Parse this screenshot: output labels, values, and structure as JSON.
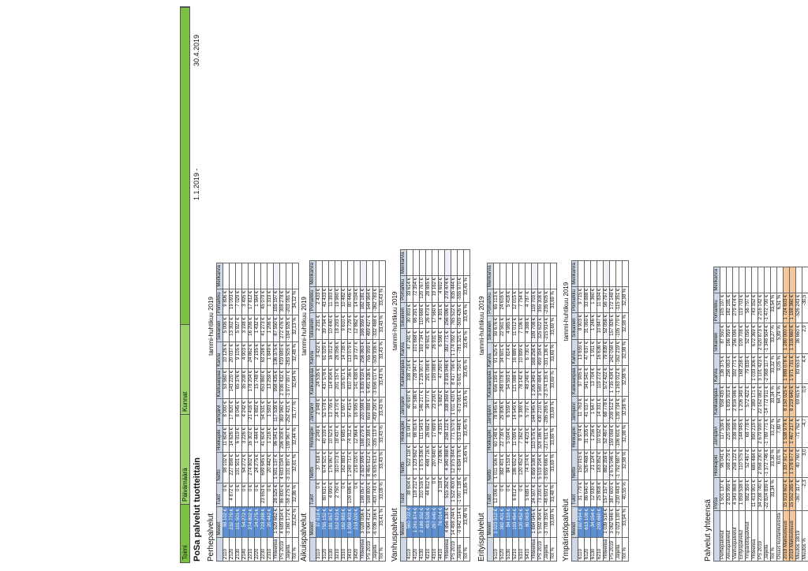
{
  "header": {
    "tab1": "Toimi",
    "tab2": "Päivämäärä",
    "tab3": "Kunnat",
    "tab4": ""
  },
  "title": "PoSa palvelut tuotteittain",
  "period_start": "1.1.2019 -",
  "period_end": "30.4.2019",
  "columns": [
    "Menot",
    "Tulot",
    "Netto",
    "Honkajoki",
    "Jämijärvi",
    "Kankaanpää",
    "Karvia",
    "Siikainen",
    "Pomarkku",
    "Merikarvia"
  ],
  "sections": [
    {
      "title": "Perhepalvelut",
      "subtitle": "tammi-huhtikuu 2019",
      "rows": [
        [
          "2110",
          "98 102 €",
          "0 €",
          "98 102 €",
          "11 604 €",
          "8 000 €",
          "53 560 €",
          "10 126 €",
          "5 006 €",
          "9 806 €",
          ""
        ],
        [
          "2120",
          "232 770 €",
          "4 872 €",
          "227 898 €",
          "14 626 €",
          "17 820 €",
          "143 220 €",
          "20 037 €",
          "13 302 €",
          "19 093 €",
          ""
        ],
        [
          "2130",
          "101 501 €",
          "0 €",
          "101 501 €",
          "6 019 €",
          "8 045 €",
          "65 376 €",
          "9 105 €",
          "5 927 €",
          "7 029 €",
          ""
        ],
        [
          "2140",
          "54 272 €",
          "0 €",
          "54 272 €",
          "3 226 €",
          "4 242 €",
          "35 208 €",
          "4 903 €",
          "3 198 €",
          "3 495 €",
          ""
        ],
        [
          "2210",
          "274 802 €",
          "0 €",
          "274 802 €",
          "16 302 €",
          "21 416 €",
          "178 204 €",
          "24 862 €",
          "16 206 €",
          "17 812 €",
          ""
        ],
        [
          "2220",
          "24 275 €",
          "0 €",
          "24 275 €",
          "1 444 €",
          "1 892 €",
          "15 748 €",
          "2 195 €",
          "1 432 €",
          "1 564 €",
          ""
        ],
        [
          "2230",
          "723 298 €",
          "23 653 €",
          "699 645 €",
          "41 604 €",
          "54 531 €",
          "453 860 €",
          "63 298 €",
          "41 273 €",
          "45 079 €",
          ""
        ],
        [
          "2310",
          "20 442 €",
          "0 €",
          "20 442 €",
          "1 216 €",
          "1 593 €",
          "13 259 €",
          "1 849 €",
          "1 206 €",
          "1 319 €",
          ""
        ]
      ],
      "total_label": "Yhteensä",
      "total": [
        "1 529 662 €",
        "28 525 €",
        "1 501 137 €",
        "96 041 €",
        "117 539 €",
        "958 435 €",
        "136 375 €",
        "87 550 €",
        "105 197 €",
        ""
      ],
      "extra": [
        [
          "PS 2019",
          "4 689 834 €",
          "86 800 €",
          "4 603 034 €",
          "296 008 €",
          "369 960 €",
          "2 936 432 €",
          "419 880 €",
          "272 476 €",
          "308 278 €",
          ""
        ],
        [
          "Jäljellä",
          "-3 160 172 €",
          "-58 275 €",
          "-3 101 897 €",
          "-199 967 €",
          "-252 421 €",
          "-1 977 997 €",
          "-283 505 €",
          "-184 926 €",
          "-203 081 €",
          ""
        ],
        [
          "Tot %",
          "32,62 %",
          "32,86 %",
          "32,61 %",
          "32,44 %",
          "31,77 %",
          "32,64 %",
          "32,48 %",
          "32,13 %",
          "34,12 %",
          ""
        ]
      ]
    },
    {
      "title": "Aikuispalvelut",
      "subtitle": "tammi-huhtikuu 2019",
      "rows": [
        [
          "3110",
          "37 818 €",
          "0 €",
          "37 818 €",
          "2 249 €",
          "2 948 €",
          "24 535 €",
          "3 422 €",
          "2 231 €",
          "2 433 €",
          ""
        ],
        [
          "3120",
          "755 152 €",
          "80 631 €",
          "674 521 €",
          "40 109 €",
          "52 578 €",
          "437 578 €",
          "61 029 €",
          "39 794 €",
          "43 433 €",
          ""
        ],
        [
          "3130",
          "181 957 €",
          "4 990 €",
          "176 967 €",
          "10 523 €",
          "13 795 €",
          "114 804 €",
          "16 012 €",
          "10 440 €",
          "11 393 €",
          ""
        ],
        [
          "3210",
          "312 823 €",
          "2 750 €",
          "310 073 €",
          "18 437 €",
          "24 170 €",
          "201 157 €",
          "28 056 €",
          "18 293 €",
          "19 960 €",
          ""
        ],
        [
          "3310",
          "162 883 €",
          "0 €",
          "162 883 €",
          "9 685 €",
          "12 697 €",
          "105 671 €",
          "14 738 €",
          "9 610 €",
          "10 482 €",
          ""
        ],
        [
          "3410",
          "1 359 403 €",
          "109 686 €",
          "1 249 717 €",
          "74 312 €",
          "97 415 €",
          "810 736 €",
          "113 079 €",
          "73 729 €",
          "80 446 €",
          ""
        ],
        [
          "3420",
          "218 020 €",
          "0 €",
          "218 020 €",
          "12 964 €",
          "16 995 €",
          "141 438 €",
          "19 727 €",
          "12 862 €",
          "14 034 €",
          ""
        ]
      ],
      "total_label": "Yhteensä",
      "total": [
        "3 028 056 €",
        "198 057 €",
        "2 829 999 €",
        "168 279 €",
        "220 598 €",
        "1 835 919 €",
        "256 063 €",
        "166 959 €",
        "182 181 €",
        ""
      ],
      "extra": [
        [
          "PS 2019",
          "9 064 412 €",
          "598 800 €",
          "8 465 612 €",
          "503 398 €",
          "659 888 €",
          "5 491 936 €",
          "765 999 €",
          "499 427 €",
          "544 964 €",
          ""
        ],
        [
          "Jäljellä",
          "-6 036 356 €",
          "-400 743 €",
          "-5 635 613 €",
          "-335 119 €",
          "-439 290 €",
          "-3 656 017 €",
          "-509 936 €",
          "-332 468 €",
          "-362 783 €",
          ""
        ],
        [
          "Tot %",
          "33,41 %",
          "33,08 %",
          "33,43 %",
          "33,43 %",
          "33,43 %",
          "33,43 %",
          "33,43 %",
          "33,43 %",
          "33,43 %",
          ""
        ]
      ]
    },
    {
      "title": "Vanhuspalvelut",
      "subtitle": "tammi-huhtikuu 2019",
      "rows": [
        [
          "4110",
          "560 722 €",
          "38 604 €",
          "522 118 €",
          "31 047 €",
          "40 697 €",
          "338 716 €",
          "47 241 €",
          "30 803 €",
          "33 614 €",
          ""
        ],
        [
          "4120",
          "1 241 874 €",
          "118 212 €",
          "1 123 662 €",
          "66 816 €",
          "87 586 €",
          "728 947 €",
          "101 668 €",
          "66 291 €",
          "72 354 €",
          ""
        ],
        [
          "4130",
          "2 186 352 €",
          "310 516 €",
          "1 875 836 €",
          "111 543 €",
          "146 217 €",
          "1 216 907 €",
          "169 734 €",
          "110 668 €",
          "120 767 €",
          ""
        ],
        [
          "4210",
          "493 528 €",
          "44 812 €",
          "448 716 €",
          "26 682 €",
          "34 977 €",
          "291 098 €",
          "40 601 €",
          "26 473 €",
          "28 885 €",
          ""
        ],
        [
          "4310",
          "297 640 €",
          "0 €",
          "297 640 €",
          "17 699 €",
          "23 200 €",
          "193 088 €",
          "26 931 €",
          "17 560 €",
          "19 162 €",
          ""
        ],
        [
          "4410",
          "76 014 €",
          "3 118 €",
          "72 896 €",
          "4 335 €",
          "5 682 €",
          "47 290 €",
          "6 596 €",
          "4 301 €",
          "4 692 €",
          ""
        ]
      ],
      "total_label": "Yhteensä",
      "total": [
        "4 856 130 €",
        "515 262 €",
        "4 340 868 €",
        "258 122 €",
        "338 359 €",
        "2 816 046 €",
        "392 771 €",
        "256 096 €",
        "279 474 €",
        ""
      ],
      "extra": [
        [
          "PS 2019",
          "14 498 244 €",
          "1 522 400 €",
          "12 975 844 €",
          "771 570 €",
          "1 011 420 €",
          "8 417 796 €",
          "1 174 092 €",
          "765 522 €",
          "835 444 €",
          ""
        ],
        [
          "Jäljellä",
          "-9 642 114 €",
          "-1 007 138 €",
          "-8 634 976 €",
          "-513 448 €",
          "-673 061 €",
          "-5 601 750 €",
          "-781 321 €",
          "-509 426 €",
          "-555 970 €",
          ""
        ],
        [
          "Tot %",
          "33,49 %",
          "33,85 %",
          "33,45 %",
          "33,45 %",
          "33,45 %",
          "33,45 %",
          "33,45 %",
          "33,45 %",
          "33,45 %",
          ""
        ]
      ]
    },
    {
      "title": "Erityispalvelut",
      "subtitle": "tammi-huhtikuu 2019",
      "rows": [
        [
          "5110",
          "1 023 512 €",
          "12 006 €",
          "1 011 506 €",
          "60 148 €",
          "78 845 €",
          "656 199 €",
          "91 525 €",
          "59 676 €",
          "65 113 €",
          ""
        ],
        [
          "5120",
          "382 401 €",
          "0 €",
          "382 401 €",
          "22 739 €",
          "29 806 €",
          "248 078 €",
          "34 601 €",
          "22 561 €",
          "24 616 €",
          ""
        ],
        [
          "5130",
          "84 153 €",
          "0 €",
          "84 153 €",
          "5 004 €",
          "6 559 €",
          "54 593 €",
          "7 614 €",
          "4 965 €",
          "5 418 €",
          ""
        ],
        [
          "5210",
          "193 464 €",
          "6 812 €",
          "186 652 €",
          "11 099 €",
          "14 549 €",
          "121 088 €",
          "16 889 €",
          "11 012 €",
          "12 015 €",
          ""
        ],
        [
          "5310",
          "120 452 €",
          "0 €",
          "120 452 €",
          "7 162 €",
          "9 389 €",
          "78 142 €",
          "10 899 €",
          "7 106 €",
          "7 754 €",
          ""
        ],
        [
          "5410",
          "80 063 €",
          "5 689 €",
          "74 374 €",
          "4 423 €",
          "5 797 €",
          "48 249 €",
          "6 730 €",
          "4 388 €",
          "4 787 €",
          ""
        ]
      ],
      "total_label": "Yhteensä",
      "total": [
        "1 884 045 €",
        "24 507 €",
        "1 859 538 €",
        "110 575 €",
        "144 945 €",
        "1 206 349 €",
        "168 258 €",
        "109 708 €",
        "119 703 €",
        ""
      ],
      "extra": [
        [
          "PS 2019",
          "5 592 404 €",
          "73 200 €",
          "5 519 204 €",
          "328 186 €",
          "430 210 €",
          "3 580 484 €",
          "499 394 €",
          "325 622 €",
          "355 308 €",
          ""
        ],
        [
          "Jäljellä",
          "-3 708 359 €",
          "-48 693 €",
          "-3 659 666 €",
          "-217 611 €",
          "-285 265 €",
          "-2 374 135 €",
          "-331 136 €",
          "-215 914 €",
          "-235 605 €",
          ""
        ],
        [
          "Tot %",
          "33,69 %",
          "33,48 %",
          "33,69 %",
          "33,69 %",
          "33,69 %",
          "33,69 %",
          "33,69 %",
          "33,69 %",
          "33,69 %",
          ""
        ]
      ]
    },
    {
      "title": "Ympäristöpalvelut",
      "subtitle": "tammi-huhtikuu 2019",
      "rows": [
        [
          "6110",
          "182 694 €",
          "31 779 €",
          "150 915 €",
          "8 974 €",
          "11 763 €",
          "97 905 €",
          "13 655 €",
          "8 903 €",
          "9 715 €",
          ""
        ],
        [
          "6120",
          "613 108 €",
          "86 640 €",
          "526 468 €",
          "31 305 €",
          "41 037 €",
          "341 541 €",
          "47 637 €",
          "31 060 €",
          "33 888 €",
          ""
        ],
        [
          "6130",
          "34 054 €",
          "12 930 €",
          "21 124 €",
          "1 256 €",
          "1 647 €",
          "13 704 €",
          "1 911 €",
          "1 246 €",
          "1 360 €",
          ""
        ],
        [
          "6210",
          "209 660 €",
          "25 808 €",
          "183 852 €",
          "10 932 €",
          "14 331 €",
          "119 272 €",
          "16 636 €",
          "10 847 €",
          "11 834 €",
          ""
        ]
      ],
      "total_label": "Yhteensä",
      "total": [
        "1 039 516 €",
        "157 157 €",
        "882 359 €",
        "52 467 €",
        "68 778 €",
        "572 422 €",
        "79 839 €",
        "52 056 €",
        "56 797 €",
        ""
      ],
      "extra": [
        [
          "PS 2019",
          "3 062 646 €",
          "387 600 €",
          "2 675 046 €",
          "159 068 €",
          "208 512 €",
          "1 735 434 €",
          "242 058 €",
          "157 826 €",
          "172 148 €",
          ""
        ],
        [
          "Jäljellä",
          "-2 023 130 €",
          "-230 443 €",
          "-1 792 687 €",
          "-106 601 €",
          "-139 734 €",
          "-1 163 012 €",
          "-162 219 €",
          "-105 770 €",
          "-115 351 €",
          ""
        ],
        [
          "Tot %",
          "33,94 %",
          "40,55 %",
          "32,98 %",
          "32,98 %",
          "32,98 %",
          "32,98 %",
          "32,98 %",
          "32,98 %",
          "32,98 %",
          ""
        ]
      ]
    }
  ],
  "summary": {
    "title": "Palvelut yhteensä",
    "columns": [
      "PoSa",
      "Honkajoki",
      "Jämijärvi",
      "Kankaanpää",
      "Karvia",
      "Siikainen",
      "Pomarkku",
      "Merikarvia"
    ],
    "rows": [
      [
        "Perhepalvelut",
        "1 501 137 €",
        "96 041 €",
        "117 539 €",
        "958 435 €",
        "136 375 €",
        "87 550 €",
        "105 197 €",
        ""
      ],
      [
        "Aikuispalvelut",
        "2 829 999 €",
        "168 279 €",
        "220 598 €",
        "1 835 919 €",
        "256 063 €",
        "166 959 €",
        "182 181 €",
        ""
      ],
      [
        "Vanhuspalvelut",
        "4 340 868 €",
        "258 122 €",
        "338 359 €",
        "2 816 046 €",
        "392 771 €",
        "256 096 €",
        "279 474 €",
        ""
      ],
      [
        "Erityispalvelut",
        "1 859 538 €",
        "110 575 €",
        "144 945 €",
        "1 206 349 €",
        "168 258 €",
        "109 708 €",
        "119 703 €",
        ""
      ],
      [
        "Ympäristöpalvelut",
        "882 359 €",
        "52 467 €",
        "68 778 €",
        "572 422 €",
        "79 839 €",
        "52 056 €",
        "56 797 €",
        ""
      ],
      [
        "Yhteensä",
        "11 413 901 €",
        "685 484 €",
        "890 219 €",
        "7 389 171 €",
        "1 033 306 €",
        "672 369 €",
        "743 352 €",
        ""
      ],
      [
        "PS 2019",
        "34 238 740 €",
        "2 058 230 €",
        "2 679 990 €",
        "22 162 082 €",
        "3 101 423 €",
        "2 020 873 €",
        "2 216 142 €",
        ""
      ],
      [
        "Jäljellä",
        "-22 824 839 €",
        "-1 372 746 €",
        "-1 789 771 €",
        "-14 772 911 €",
        "-2 068 117 €",
        "-1 348 504 €",
        "-1 472 790 €",
        ""
      ],
      [
        "Tot %",
        "33,34 %",
        "33,30 %",
        "33,22 %",
        "33,34 %",
        "33,32 %",
        "33,27 %",
        "33,54 %",
        ""
      ]
    ],
    "extra_rows": [
      [
        "Osuus kustannuksista",
        "",
        "6,01 %",
        "7,80 %",
        "64,74 %",
        "9,05 %",
        "5,89 %",
        "6,51 %",
        ""
      ],
      [
        "2018 Maksuosuus",
        "15 919 602 €",
        "1 337 917 €",
        "1 538 979 €",
        "8 150 025 €",
        "1 888 078 €",
        "1 280 000 €",
        "1 724 603 €",
        ""
      ],
      [
        "2019 Maksuosuus",
        "15 552 285 €",
        "1 378 677 €",
        "1 467 217 €",
        "8 219 640 €",
        "1 971 731 €",
        "1 316 660 €",
        "1 198 360 €",
        ""
      ],
      [
        "Muutos 18/19",
        "-367 317 €",
        "40 760 €",
        "-71 762 €",
        "69 615 €",
        "83 653 €",
        "36 660 €",
        "-526 243 €",
        ""
      ],
      [
        "Muutos %",
        "-2,3",
        "3,0",
        "-4,7",
        "0,9",
        "4,4",
        "2,9",
        "-30,5",
        ""
      ]
    ]
  }
}
